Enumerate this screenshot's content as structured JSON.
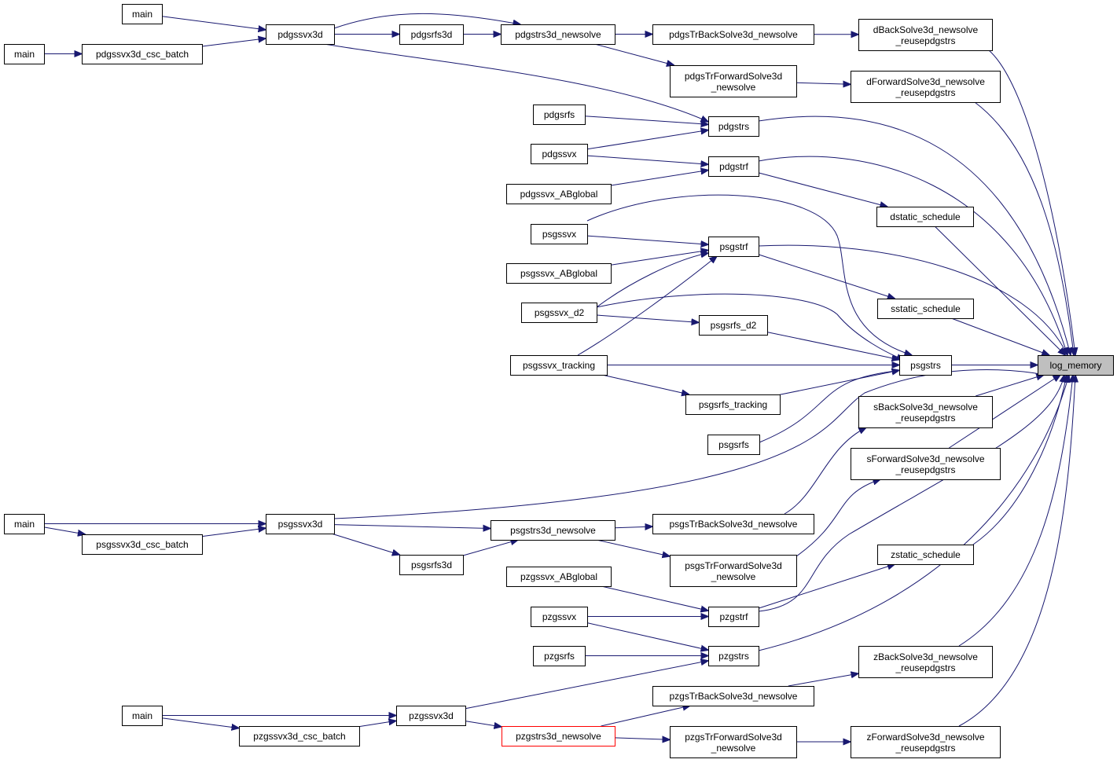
{
  "graph": {
    "title": "",
    "edge_color": "#191970",
    "highlight_fill": "#bfbfbf",
    "alert_border": "#ff0000",
    "nodes": [
      {
        "id": "main_a",
        "label": "main"
      },
      {
        "id": "main_b",
        "label": "main"
      },
      {
        "id": "pdgssvx3d_csc_batch",
        "label": "pdgssvx3d_csc_batch"
      },
      {
        "id": "pdgssvx3d",
        "label": "pdgssvx3d"
      },
      {
        "id": "pdgsrfs3d",
        "label": "pdgsrfs3d"
      },
      {
        "id": "pdgstrs3d_newsolve",
        "label": "pdgstrs3d_newsolve"
      },
      {
        "id": "pdgsTrBackSolve3d_newsolve",
        "label": "pdgsTrBackSolve3d_newsolve"
      },
      {
        "id": "dBackSolve3d",
        "label": "dBackSolve3d_newsolve\n_reusepdgstrs"
      },
      {
        "id": "pdgsTrForwardSolve3d",
        "label": "pdgsTrForwardSolve3d\n_newsolve"
      },
      {
        "id": "dForwardSolve3d",
        "label": "dForwardSolve3d_newsolve\n_reusepdgstrs"
      },
      {
        "id": "pdgsrfs",
        "label": "pdgsrfs"
      },
      {
        "id": "pdgstrs",
        "label": "pdgstrs"
      },
      {
        "id": "pdgssvx",
        "label": "pdgssvx"
      },
      {
        "id": "pdgstrf",
        "label": "pdgstrf"
      },
      {
        "id": "pdgssvx_ABglobal",
        "label": "pdgssvx_ABglobal"
      },
      {
        "id": "dstatic_schedule",
        "label": "dstatic_schedule"
      },
      {
        "id": "psgssvx",
        "label": "psgssvx"
      },
      {
        "id": "psgstrf",
        "label": "psgstrf"
      },
      {
        "id": "psgssvx_ABglobal",
        "label": "psgssvx_ABglobal"
      },
      {
        "id": "psgssvx_d2",
        "label": "psgssvx_d2"
      },
      {
        "id": "sstatic_schedule",
        "label": "sstatic_schedule"
      },
      {
        "id": "psgsrfs_d2",
        "label": "psgsrfs_d2"
      },
      {
        "id": "psgssvx_tracking",
        "label": "psgssvx_tracking"
      },
      {
        "id": "psgstrs",
        "label": "psgstrs"
      },
      {
        "id": "log_memory",
        "label": "log_memory",
        "highlight": true
      },
      {
        "id": "psgsrfs_tracking",
        "label": "psgsrfs_tracking"
      },
      {
        "id": "sBackSolve3d",
        "label": "sBackSolve3d_newsolve\n_reusepdgstrs"
      },
      {
        "id": "psgsrfs",
        "label": "psgsrfs"
      },
      {
        "id": "sForwardSolve3d",
        "label": "sForwardSolve3d_newsolve\n_reusepdgstrs"
      },
      {
        "id": "main_c",
        "label": "main"
      },
      {
        "id": "psgssvx3d",
        "label": "psgssvx3d"
      },
      {
        "id": "psgsTrBackSolve3d_newsolve",
        "label": "psgsTrBackSolve3d_newsolve"
      },
      {
        "id": "psgstrs3d_newsolve",
        "label": "psgstrs3d_newsolve"
      },
      {
        "id": "psgssvx3d_csc_batch",
        "label": "psgssvx3d_csc_batch"
      },
      {
        "id": "zstatic_schedule",
        "label": "zstatic_schedule"
      },
      {
        "id": "psgsrfs3d",
        "label": "psgsrfs3d"
      },
      {
        "id": "psgsTrForwardSolve3d",
        "label": "psgsTrForwardSolve3d\n_newsolve"
      },
      {
        "id": "pzgssvx_ABglobal",
        "label": "pzgssvx_ABglobal"
      },
      {
        "id": "pzgssvx",
        "label": "pzgssvx"
      },
      {
        "id": "pzgstrf",
        "label": "pzgstrf"
      },
      {
        "id": "pzgsrfs",
        "label": "pzgsrfs"
      },
      {
        "id": "pzgstrs",
        "label": "pzgstrs"
      },
      {
        "id": "zBackSolve3d",
        "label": "zBackSolve3d_newsolve\n_reusepdgstrs"
      },
      {
        "id": "pzgsTrBackSolve3d_newsolve",
        "label": "pzgsTrBackSolve3d_newsolve"
      },
      {
        "id": "main_d",
        "label": "main"
      },
      {
        "id": "pzgssvx3d",
        "label": "pzgssvx3d"
      },
      {
        "id": "pzgssvx3d_csc_batch",
        "label": "pzgssvx3d_csc_batch"
      },
      {
        "id": "pzgstrs3d_newsolve",
        "label": "pzgstrs3d_newsolve",
        "alert": true
      },
      {
        "id": "pzgsTrForwardSolve3d",
        "label": "pzgsTrForwardSolve3d\n_newsolve"
      },
      {
        "id": "zForwardSolve3d",
        "label": "zForwardSolve3d_newsolve\n_reusepdgstrs"
      }
    ],
    "edges": [
      [
        "dBackSolve3d",
        "log_memory"
      ],
      [
        "dForwardSolve3d",
        "log_memory"
      ],
      [
        "pdgstrs",
        "log_memory"
      ],
      [
        "pdgstrf",
        "log_memory"
      ],
      [
        "dstatic_schedule",
        "log_memory"
      ],
      [
        "psgstrf",
        "log_memory"
      ],
      [
        "sstatic_schedule",
        "log_memory"
      ],
      [
        "psgstrs",
        "log_memory"
      ],
      [
        "sBackSolve3d",
        "log_memory"
      ],
      [
        "sForwardSolve3d",
        "log_memory"
      ],
      [
        "psgssvx3d",
        "log_memory"
      ],
      [
        "zstatic_schedule",
        "log_memory"
      ],
      [
        "pzgstrf",
        "log_memory"
      ],
      [
        "pzgstrs",
        "log_memory"
      ],
      [
        "zBackSolve3d",
        "log_memory"
      ],
      [
        "zForwardSolve3d",
        "log_memory"
      ],
      [
        "main_a",
        "pdgssvx3d"
      ],
      [
        "main_b",
        "pdgssvx3d_csc_batch"
      ],
      [
        "pdgssvx3d_csc_batch",
        "pdgssvx3d"
      ],
      [
        "pdgssvx3d",
        "pdgsrfs3d"
      ],
      [
        "pdgssvx3d",
        "pdgstrs3d_newsolve"
      ],
      [
        "pdgsrfs3d",
        "pdgstrs3d_newsolve"
      ],
      [
        "pdgssvx3d",
        "pdgstrs"
      ],
      [
        "pdgstrs3d_newsolve",
        "pdgsTrBackSolve3d_newsolve"
      ],
      [
        "pdgstrs3d_newsolve",
        "pdgsTrForwardSolve3d"
      ],
      [
        "pdgsTrBackSolve3d_newsolve",
        "dBackSolve3d"
      ],
      [
        "pdgsTrForwardSolve3d",
        "dForwardSolve3d"
      ],
      [
        "pdgsrfs",
        "pdgstrs"
      ],
      [
        "pdgssvx",
        "pdgstrs"
      ],
      [
        "pdgssvx",
        "pdgstrf"
      ],
      [
        "pdgssvx_ABglobal",
        "pdgstrf"
      ],
      [
        "pdgstrf",
        "dstatic_schedule"
      ],
      [
        "psgssvx",
        "psgstrf"
      ],
      [
        "psgssvx_ABglobal",
        "psgstrf"
      ],
      [
        "psgssvx_d2",
        "psgstrf"
      ],
      [
        "psgssvx_tracking",
        "psgstrf"
      ],
      [
        "psgstrf",
        "sstatic_schedule"
      ],
      [
        "psgssvx",
        "psgstrs"
      ],
      [
        "psgssvx_d2",
        "psgstrs"
      ],
      [
        "psgssvx_d2",
        "psgsrfs_d2"
      ],
      [
        "psgsrfs_d2",
        "psgstrs"
      ],
      [
        "psgssvx_tracking",
        "psgstrs"
      ],
      [
        "psgssvx_tracking",
        "psgsrfs_tracking"
      ],
      [
        "psgsrfs_tracking",
        "psgstrs"
      ],
      [
        "psgsrfs",
        "psgstrs"
      ],
      [
        "main_c",
        "psgssvx3d"
      ],
      [
        "main_c",
        "psgssvx3d_csc_batch"
      ],
      [
        "psgssvx3d_csc_batch",
        "psgssvx3d"
      ],
      [
        "psgssvx3d",
        "psgstrs3d_newsolve"
      ],
      [
        "psgssvx3d",
        "psgsrfs3d"
      ],
      [
        "psgsrfs3d",
        "psgstrs3d_newsolve"
      ],
      [
        "psgstrs3d_newsolve",
        "psgsTrBackSolve3d_newsolve"
      ],
      [
        "psgstrs3d_newsolve",
        "psgsTrForwardSolve3d"
      ],
      [
        "psgsTrBackSolve3d_newsolve",
        "sBackSolve3d"
      ],
      [
        "psgsTrForwardSolve3d",
        "sForwardSolve3d"
      ],
      [
        "pzgssvx_ABglobal",
        "pzgstrf"
      ],
      [
        "pzgssvx",
        "pzgstrf"
      ],
      [
        "pzgstrf",
        "zstatic_schedule"
      ],
      [
        "pzgssvx",
        "pzgstrs"
      ],
      [
        "pzgsrfs",
        "pzgstrs"
      ],
      [
        "pzgssvx3d",
        "pzgstrs"
      ],
      [
        "main_d",
        "pzgssvx3d"
      ],
      [
        "main_d",
        "pzgssvx3d_csc_batch"
      ],
      [
        "pzgssvx3d_csc_batch",
        "pzgssvx3d"
      ],
      [
        "pzgssvx3d",
        "pzgstrs3d_newsolve"
      ],
      [
        "pzgstrs3d_newsolve",
        "pzgsTrBackSolve3d_newsolve"
      ],
      [
        "pzgstrs3d_newsolve",
        "pzgsTrForwardSolve3d"
      ],
      [
        "pzgsTrBackSolve3d_newsolve",
        "zBackSolve3d"
      ],
      [
        "pzgsTrForwardSolve3d",
        "zForwardSolve3d"
      ]
    ]
  }
}
